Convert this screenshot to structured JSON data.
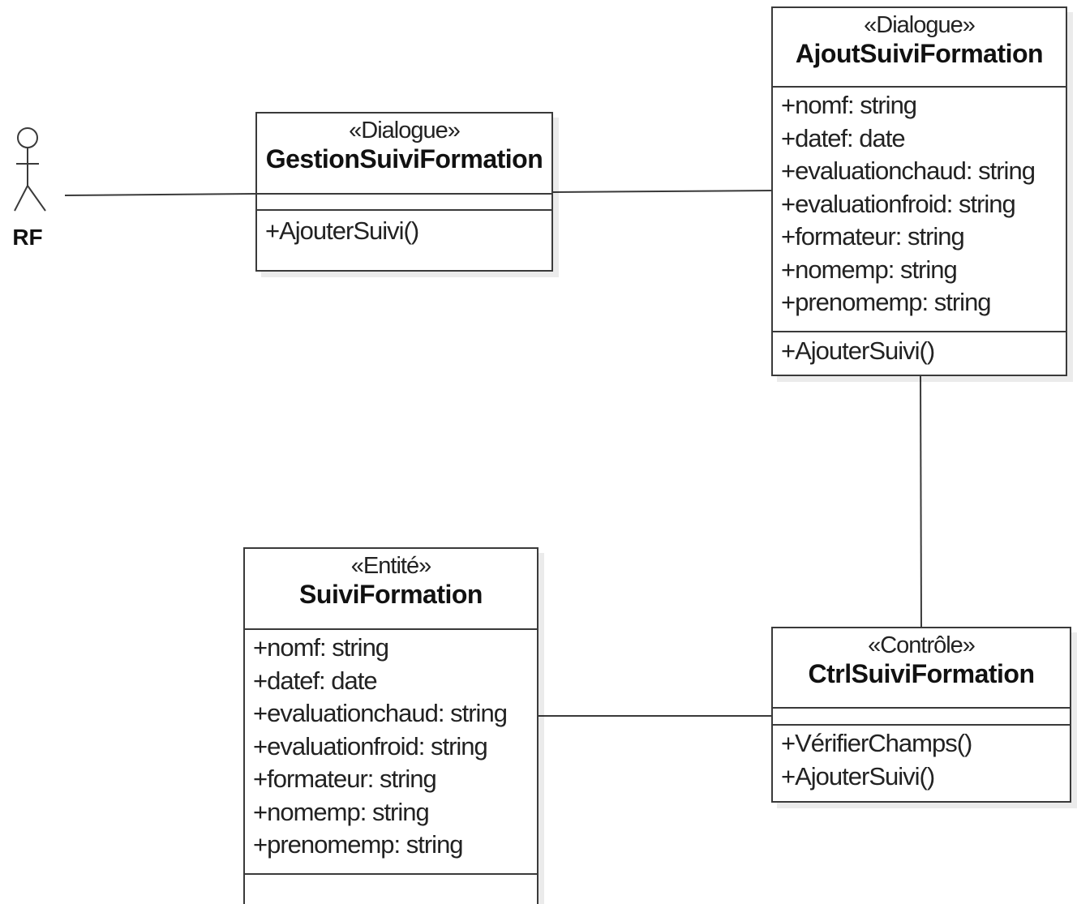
{
  "actor": {
    "name": "RF"
  },
  "classes": {
    "gestion": {
      "stereotype": "«Dialogue»",
      "name": "GestionSuiviFormation",
      "attributes": [],
      "operations": [
        "+AjouterSuivi()"
      ]
    },
    "ajout": {
      "stereotype": "«Dialogue»",
      "name": "AjoutSuiviFormation",
      "attributes": [
        "+nomf: string",
        "+datef: date",
        "+evaluationchaud: string",
        "+evaluationfroid: string",
        "+formateur: string",
        "+nomemp: string",
        "+prenomemp: string"
      ],
      "operations": [
        "+AjouterSuivi()"
      ]
    },
    "ctrl": {
      "stereotype": "«Contrôle»",
      "name": "CtrlSuiviFormation",
      "attributes": [],
      "operations": [
        "+VérifierChamps()",
        "+AjouterSuivi()"
      ]
    },
    "entite": {
      "stereotype": "«Entité»",
      "name": "SuiviFormation",
      "attributes": [
        "+nomf: string",
        "+datef: date",
        "+evaluationchaud: string",
        "+evaluationfroid: string",
        "+formateur: string",
        "+nomemp: string",
        "+prenomemp: string"
      ],
      "operations": []
    }
  }
}
